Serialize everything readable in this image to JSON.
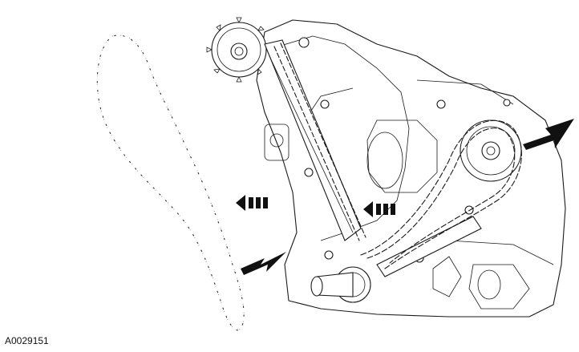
{
  "figure": {
    "id_label": "A0029151",
    "icons": [
      "timing-chain-loose",
      "engine-front-cover",
      "camshaft-sprocket-left",
      "camshaft-sprocket-right",
      "crankshaft-sprocket",
      "chain-guide",
      "chain-tensioner-arm"
    ],
    "arrows": [
      "large-arrow-loose-chain",
      "large-arrow-right-sprocket",
      "dashed-arrow-left-1",
      "dashed-arrow-left-2"
    ]
  }
}
